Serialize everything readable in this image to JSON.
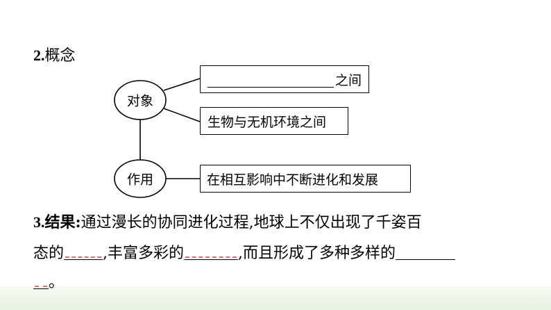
{
  "section2": {
    "number": "2.",
    "title": "概念"
  },
  "diagram": {
    "node_object": "对象",
    "node_action": "作用",
    "box_between_suffix": "之间",
    "box_bio_env": "生物与无机环境之间",
    "box_development": "在相互影响中不断进化和发展"
  },
  "section3": {
    "number": "3.",
    "label": "结果:",
    "line1_text": "通过漫长的协同进化过程,地球上不仅出现了千姿百",
    "line2_part1": "态的",
    "line2_part2": ",丰富多彩的",
    "line2_part3": ",而且形成了多种多样的",
    "line3_end": "。"
  },
  "colors": {
    "answer_mark": "#c0392b",
    "bottom_band": "#e8f2e0"
  }
}
